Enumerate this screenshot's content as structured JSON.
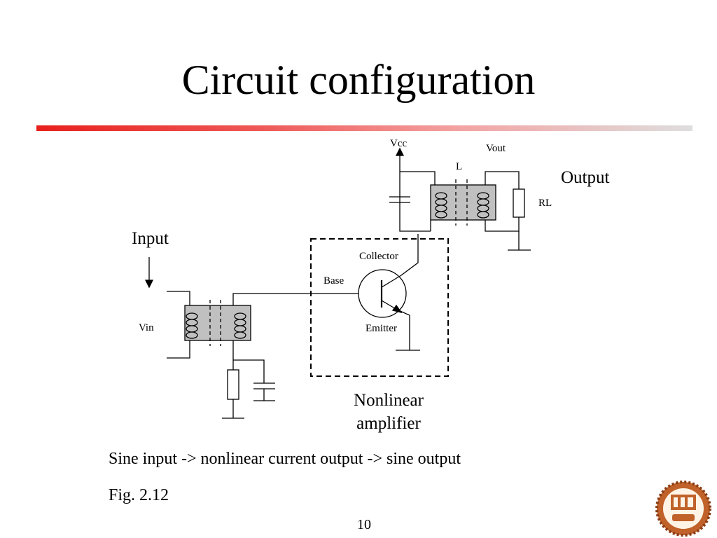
{
  "slide": {
    "title": "Circuit configuration",
    "caption": "Sine input -> nonlinear current output -> sine output",
    "figure_label": "Fig. 2.12",
    "page_number": "10"
  },
  "diagram": {
    "vcc_label": "Vcc",
    "vout_label": "Vout",
    "inductor_label": "L",
    "load_label": "RL",
    "output_label": "Output",
    "input_label": "Input",
    "vin_label": "Vin",
    "collector_label": "Collector",
    "base_label": "Base",
    "emitter_label": "Emitter",
    "amplifier_label_line1": "Nonlinear",
    "amplifier_label_line2": "amplifier"
  },
  "colors": {
    "title_bar_start": "#e8201c",
    "title_bar_end": "#dedede",
    "transformer_fill": "#c0c0c0",
    "logo_ring": "#c0622a"
  }
}
